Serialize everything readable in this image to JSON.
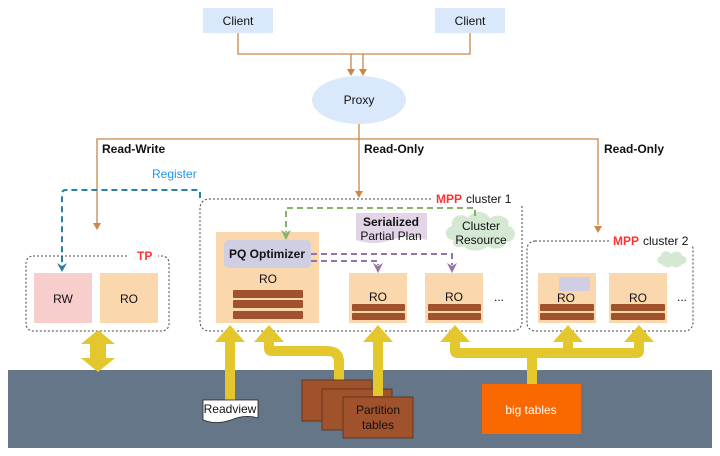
{
  "clients": [
    {
      "label": "Client"
    },
    {
      "label": "Client"
    }
  ],
  "proxy": {
    "label": "Proxy"
  },
  "routes": {
    "read_write": "Read-Write",
    "read_only_1": "Read-Only",
    "read_only_2": "Read-Only",
    "register": "Register"
  },
  "tp_cluster": {
    "title": "TP",
    "nodes": [
      {
        "label": "RW"
      },
      {
        "label": "RO"
      }
    ]
  },
  "mpp_cluster_1": {
    "title_prefix": "MPP",
    "title_suffix": "cluster 1",
    "optimizer": "PQ Optimizer",
    "coordinator_label": "RO",
    "nodes": [
      {
        "label": "RO"
      },
      {
        "label": "RO"
      }
    ],
    "ellipsis": "...",
    "plan_note_bold": "Serialized",
    "plan_note": "Partial Plan",
    "resource_line1": "Cluster",
    "resource_line2": "Resource"
  },
  "mpp_cluster_2": {
    "title_prefix": "MPP",
    "title_suffix": "cluster 2",
    "nodes": [
      {
        "label": "RO"
      },
      {
        "label": "RO"
      }
    ],
    "ellipsis": "..."
  },
  "storage": {
    "readview": "Readview",
    "partition_line1": "Partition",
    "partition_line2": "tables",
    "big_tables": "big tables"
  },
  "colors": {
    "client_fill": "#dae8fc",
    "route_line": "#c9874a",
    "register_line": "#2a7fa8",
    "register_text": "#2196f3",
    "mpp_red": "#ff3333",
    "rw_fill": "#f8cecc",
    "ro_fill": "#fad7ac",
    "optimizer_fill": "#d0cee2",
    "bar_fill": "#a0522d",
    "green_line": "#82b366",
    "purple_line": "#9673a6",
    "cloud_fill": "#d5e8d4",
    "note_fill": "#e1d5e7",
    "arrow_yellow": "#e3c72c",
    "storage_fill": "#647687",
    "big_tables_fill": "#fa6800"
  }
}
